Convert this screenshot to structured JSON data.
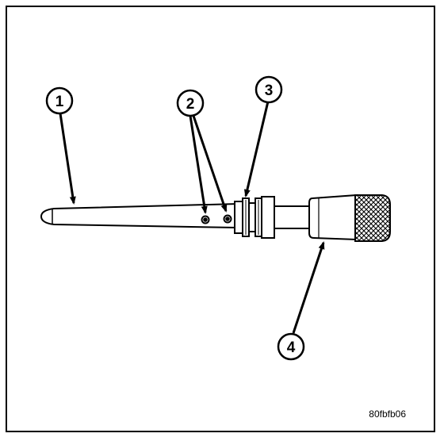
{
  "diagram": {
    "callouts": [
      {
        "id": "1",
        "label": "1"
      },
      {
        "id": "2",
        "label": "2"
      },
      {
        "id": "3",
        "label": "3"
      },
      {
        "id": "4",
        "label": "4"
      }
    ],
    "figure_code": "80fbfb06"
  }
}
